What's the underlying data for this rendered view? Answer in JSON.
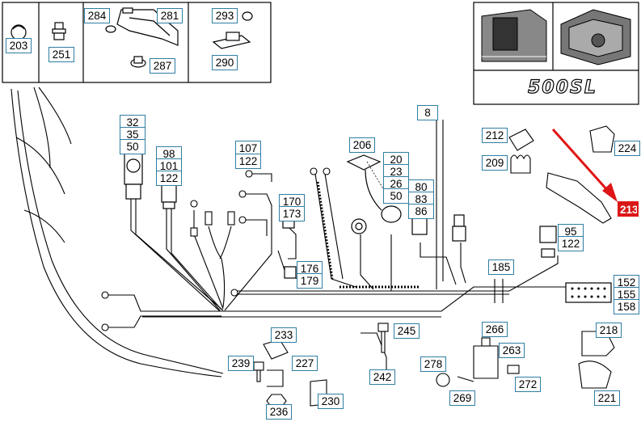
{
  "labels": {
    "l203": "203",
    "l251": "251",
    "l284": "284",
    "l281": "281",
    "l287": "287",
    "l293": "293",
    "l290": "290",
    "l224": "224",
    "l213": "213",
    "l8": "8",
    "l212": "212",
    "l209": "209",
    "l32": "32",
    "l35": "35",
    "l50a": "50",
    "l98": "98",
    "l101": "101",
    "l122a": "122",
    "l107": "107",
    "l122b": "122",
    "l206": "206",
    "l20": "20",
    "l23": "23",
    "l26": "26",
    "l50b": "50",
    "l80": "80",
    "l83": "83",
    "l86": "86",
    "l170": "170",
    "l173": "173",
    "l176": "176",
    "l179": "179",
    "l95": "95",
    "l122c": "122",
    "l185": "185",
    "l152": "152",
    "l155": "155",
    "l158": "158",
    "l233": "233",
    "l239": "239",
    "l227": "227",
    "l236": "236",
    "l230": "230",
    "l245": "245",
    "l242": "242",
    "l266": "266",
    "l263": "263",
    "l278": "278",
    "l269": "269",
    "l272": "272",
    "l218": "218",
    "l221": "221"
  },
  "logo": "500SL",
  "colors": {
    "label_border": "#2f7ea3",
    "highlight": "#d81818",
    "arrow": "#e01515"
  }
}
